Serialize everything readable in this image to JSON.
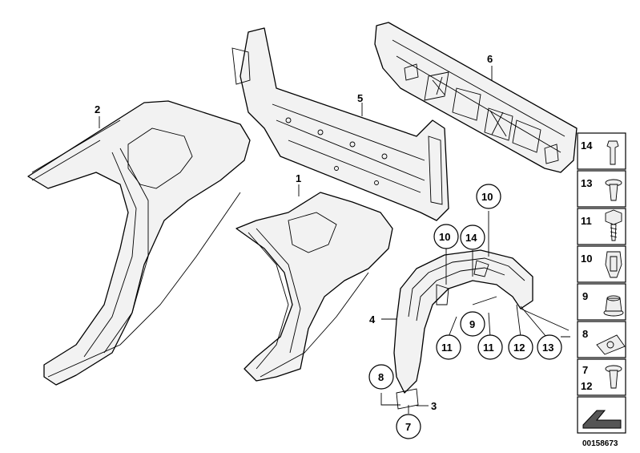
{
  "callouts": {
    "c1": "1",
    "c2": "2",
    "c3": "3",
    "c4": "4",
    "c5": "5",
    "c6": "6",
    "c7": "7",
    "c8": "8",
    "c9": "9",
    "c10a": "10",
    "c10b": "10",
    "c11a": "11",
    "c11b": "11",
    "c12": "12",
    "c13": "13",
    "c14": "14"
  },
  "legend": {
    "items": [
      "14",
      "13",
      "11",
      "10",
      "9",
      "8",
      "7",
      "12"
    ]
  },
  "document_id": "00158673",
  "parts": {
    "p1": "rear-side-panel-right-icon",
    "p2": "rear-side-panel-left-icon",
    "p4": "wheel-arch-liner-icon",
    "p5": "side-member-bracket-icon",
    "p6": "rear-panel-icon"
  }
}
